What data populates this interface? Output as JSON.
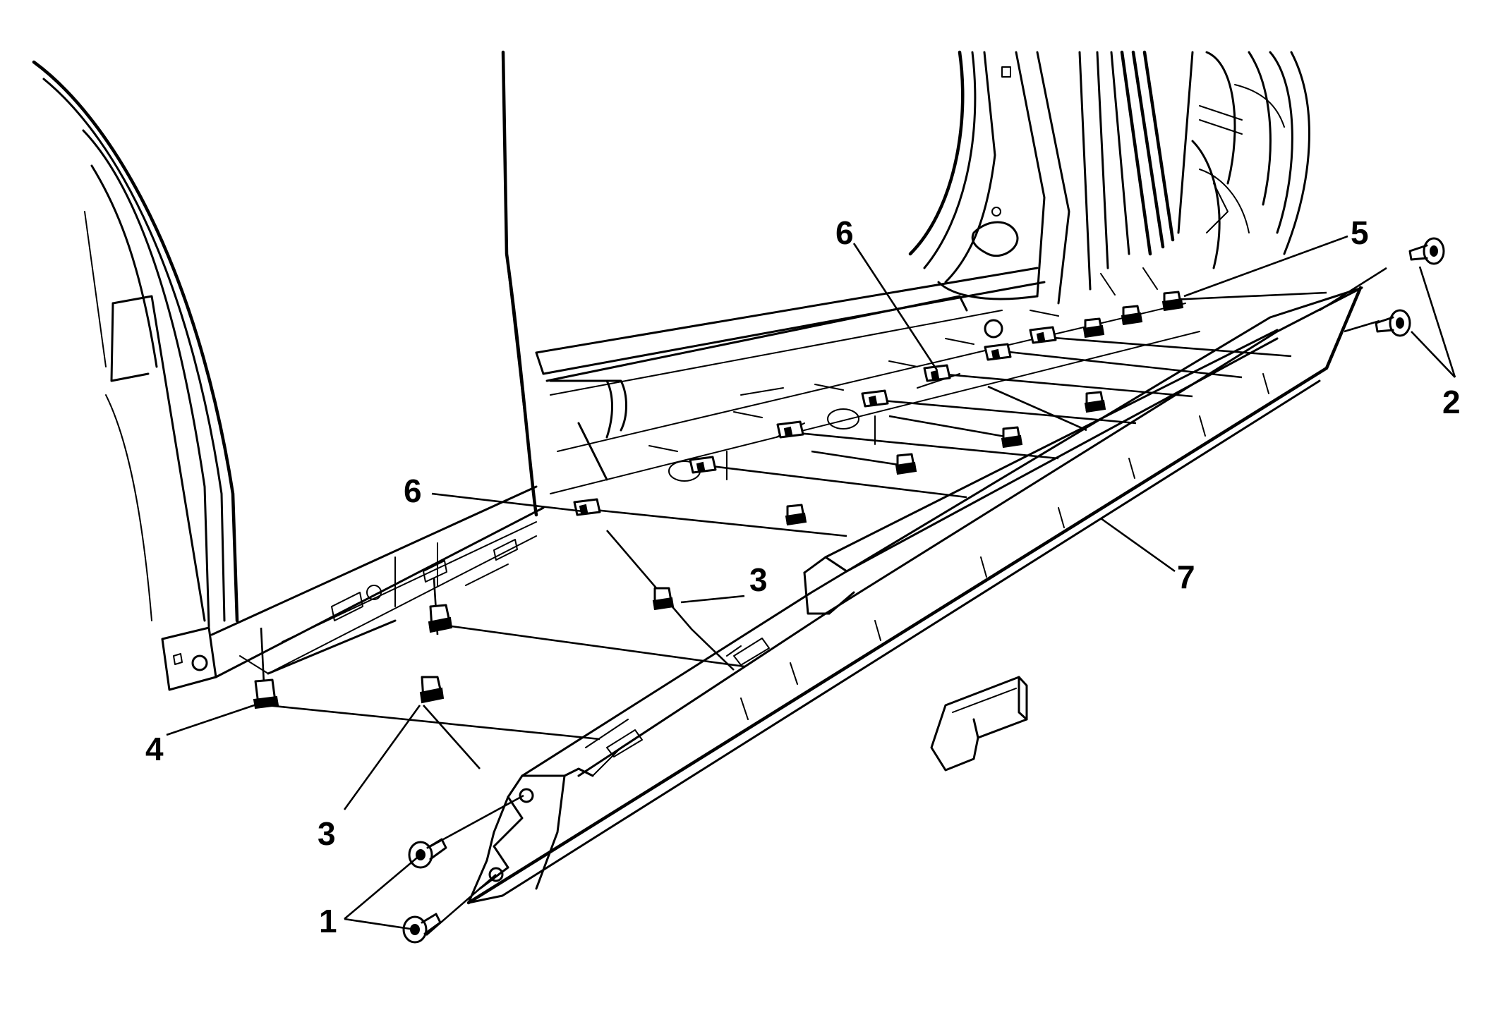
{
  "diagram": {
    "callouts": [
      {
        "id": "c1",
        "label": "1"
      },
      {
        "id": "c2",
        "label": "2"
      },
      {
        "id": "c3a",
        "label": "3"
      },
      {
        "id": "c3b",
        "label": "3"
      },
      {
        "id": "c4",
        "label": "4"
      },
      {
        "id": "c5",
        "label": "5"
      },
      {
        "id": "c6a",
        "label": "6"
      },
      {
        "id": "c6b",
        "label": "6"
      },
      {
        "id": "c7",
        "label": "7"
      }
    ],
    "icons": {
      "direction_arrow": "forward-arrow-icon",
      "fastener": "screw-icon",
      "clip": "retainer-clip-icon"
    }
  }
}
